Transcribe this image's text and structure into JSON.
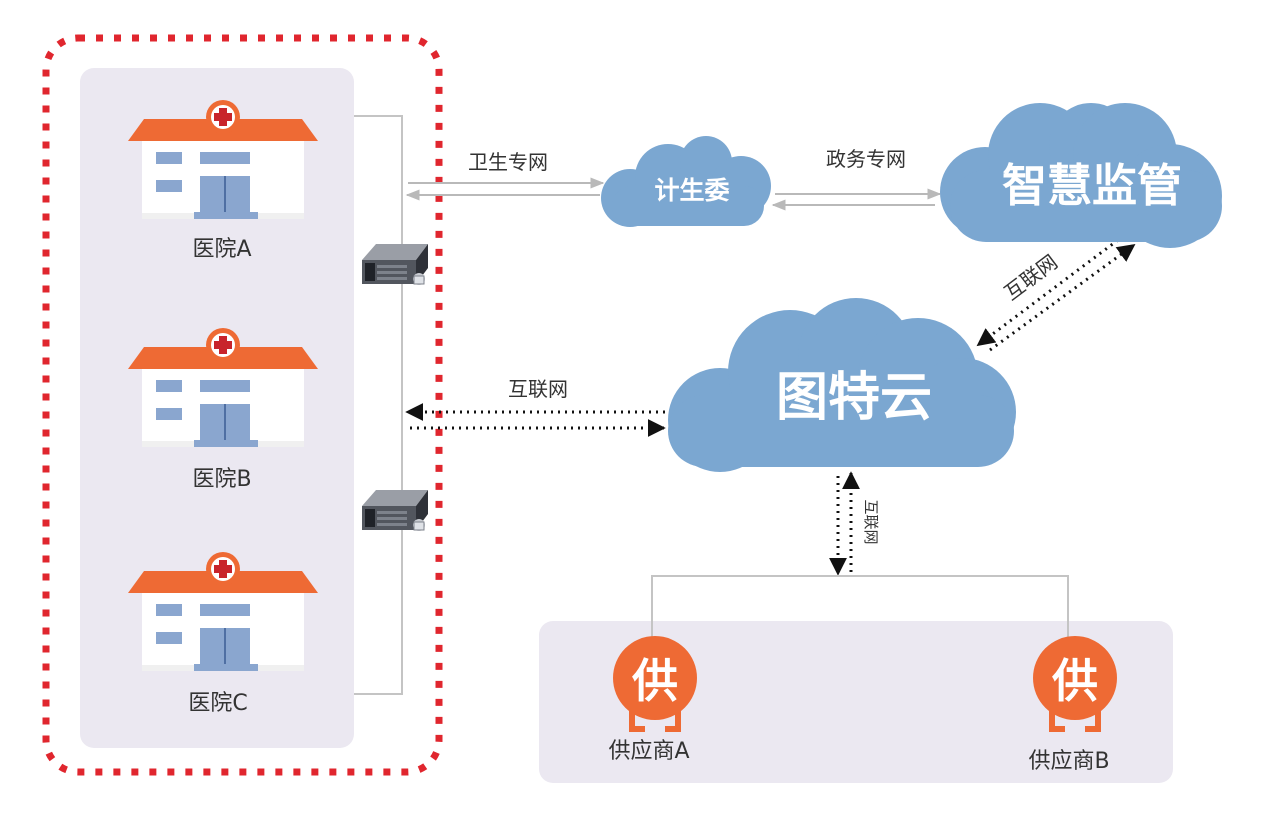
{
  "hospitals": [
    {
      "label": "医院A"
    },
    {
      "label": "医院B"
    },
    {
      "label": "医院C"
    }
  ],
  "suppliers": [
    {
      "label": "供应商A",
      "badge": "供"
    },
    {
      "label": "供应商B",
      "badge": "供"
    }
  ],
  "clouds": {
    "jishengwei": "计生委",
    "zhihui": "智慧监管",
    "tute": "图特云"
  },
  "links": {
    "health_network": "卫生专网",
    "gov_network": "政务专网",
    "internet_hospitals": "互联网",
    "internet_zhihui": "互联网",
    "internet_suppliers": "互联网"
  },
  "colors": {
    "cloud": "#7ba7d1",
    "hospital_roof": "#ee6a34",
    "hospital_cross": "#c8242b",
    "dashed_border": "#e0262e",
    "panel_bg": "#ebe8f1"
  }
}
